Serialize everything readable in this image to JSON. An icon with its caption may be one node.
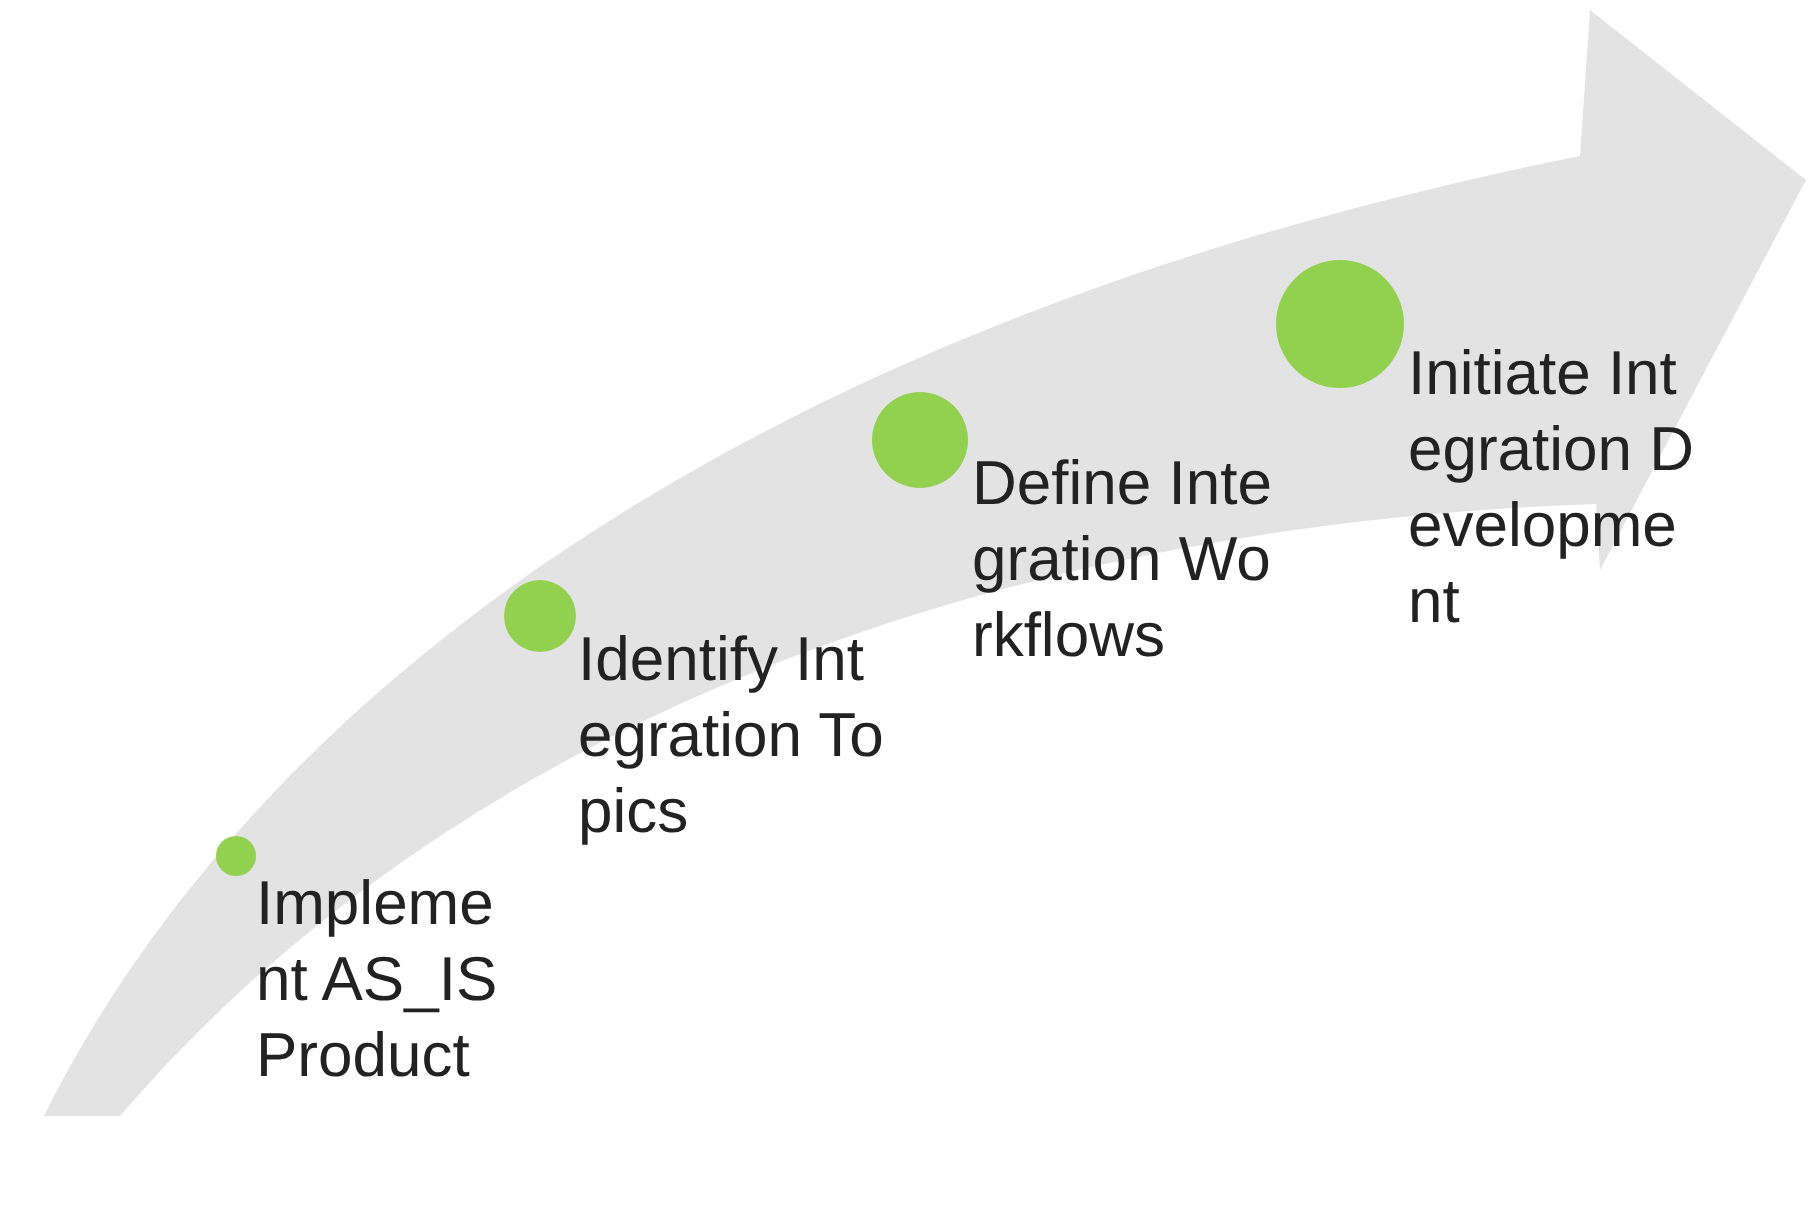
{
  "diagram": {
    "nodes": [
      {
        "text": [],
        "shape": "circle",
        "beside": [
          "Implement AS_IS Product"
        ]
      },
      {
        "text": [],
        "shape": "circle",
        "beside": [
          "Identify Integration Topics"
        ]
      },
      {
        "text": [],
        "shape": "circle",
        "beside": [
          "Define Integration Workflows"
        ]
      },
      {
        "text": [],
        "shape": "circle",
        "beside": [
          "Initiate Integration Development"
        ]
      }
    ]
  }
}
